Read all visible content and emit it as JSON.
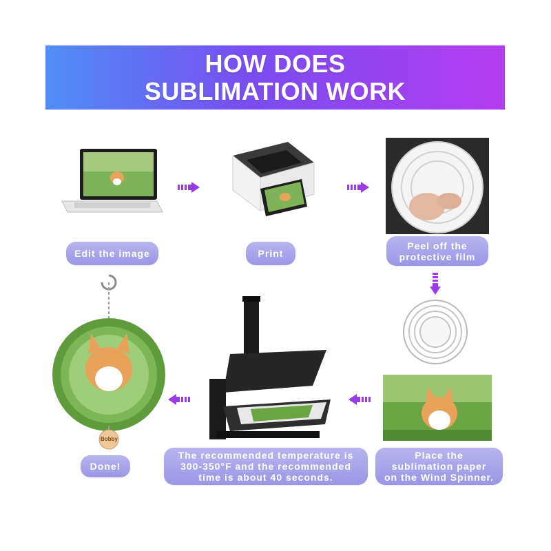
{
  "title": {
    "line1": "HOW DOES",
    "line2": "SUBLIMATION WORK"
  },
  "steps": {
    "edit": "Edit the image",
    "print": "Print",
    "peel_line1": "Peel off the",
    "peel_line2": "protective film",
    "place_line1": "Place the",
    "place_line2": "sublimation paper",
    "place_line3": "on the Wind Spinner.",
    "press_line1": "The recommended temperature is",
    "press_line2": "300-350°F and the recommended",
    "press_line3": "time is about 40 seconds.",
    "done": "Done!"
  },
  "tag_text": "Bobby",
  "colors": {
    "banner_start": "#4f8ef7",
    "banner_end": "#b43cf0",
    "label_bg": "#a9a5ea",
    "arrow": "#8a2be2"
  }
}
